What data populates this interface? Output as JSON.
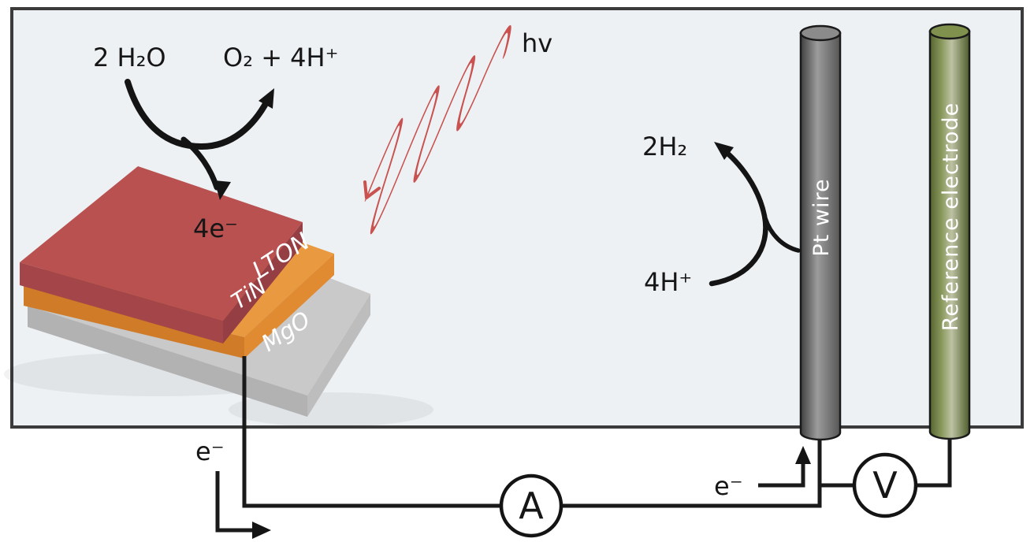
{
  "figure": {
    "description": "Photoelectrochemical water-splitting cell with LTON/TiN/MgO photoanode, Pt wire counter electrode and reference electrode"
  },
  "reactions": {
    "water": "2 H₂O",
    "oxygen": "O₂ + 4H⁺",
    "electrons": "4e⁻",
    "hydrogen": "2H₂",
    "protons": "4H⁺"
  },
  "light": {
    "label": "hv"
  },
  "sample": {
    "layers": [
      {
        "label": "LTON",
        "top_color": "#b95150",
        "left_color": "#a34549",
        "right_color": "#953e44"
      },
      {
        "label": "TiN",
        "top_color": "#e9993f",
        "left_color": "#d07b28",
        "right_color": "#e08a32"
      },
      {
        "label": "MgO",
        "top_color": "#c9c9c9",
        "left_color": "#b2b2b2",
        "right_color": "#bdbdbd"
      }
    ]
  },
  "electrodes": {
    "pt_wire_label": "Pt wire",
    "reference_label": "Reference electrode"
  },
  "circuit": {
    "ammeter_label": "A",
    "voltmeter_label": "V",
    "electron_left": "e⁻",
    "electron_right": "e⁻"
  },
  "colors": {
    "cell_fill": "#edf1f4",
    "cell_border": "#3b3b3b",
    "wire": "#1a1a1a",
    "wave": "#c9514f",
    "pt_dark": "#3f3f3f",
    "pt_light": "#9c9c9c",
    "pt_shade": "#565656",
    "pt_top": "#8b8b8b",
    "ref_dark": "#55652f",
    "ref_mid": "#8a9a5e",
    "ref_light": "#bdc2a3",
    "ref_shade": "#4e5e2b",
    "ref_top": "#7f914d",
    "meter_fill": "#ffffff",
    "text": "#161616",
    "label_on_rod": "#ffffff"
  }
}
